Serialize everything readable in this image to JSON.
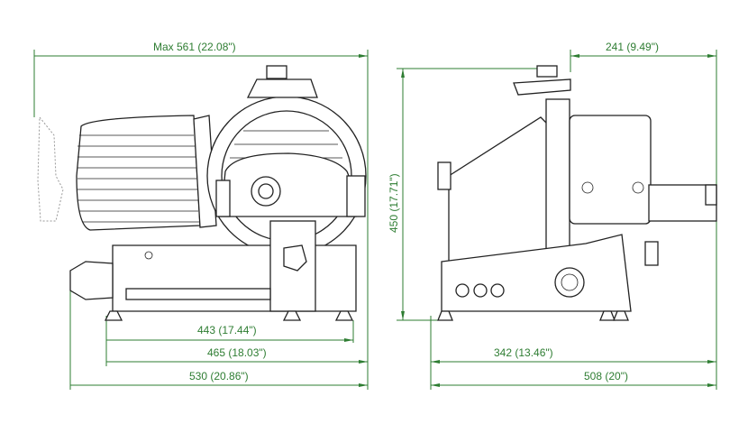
{
  "dimensions": {
    "max_width": "Max 561   (22.08\")",
    "depth_top": "241   (9.49\")",
    "height": "450  (17.71\")",
    "base_443": "443    (17.44\")",
    "base_465": "465  (18.03\")",
    "overall_530": "530  (20.86\")",
    "side_342": "342    (13.46\")",
    "side_508": "508  (20\")"
  },
  "colors": {
    "dimension": "#2e7d32",
    "outline": "#222222"
  }
}
